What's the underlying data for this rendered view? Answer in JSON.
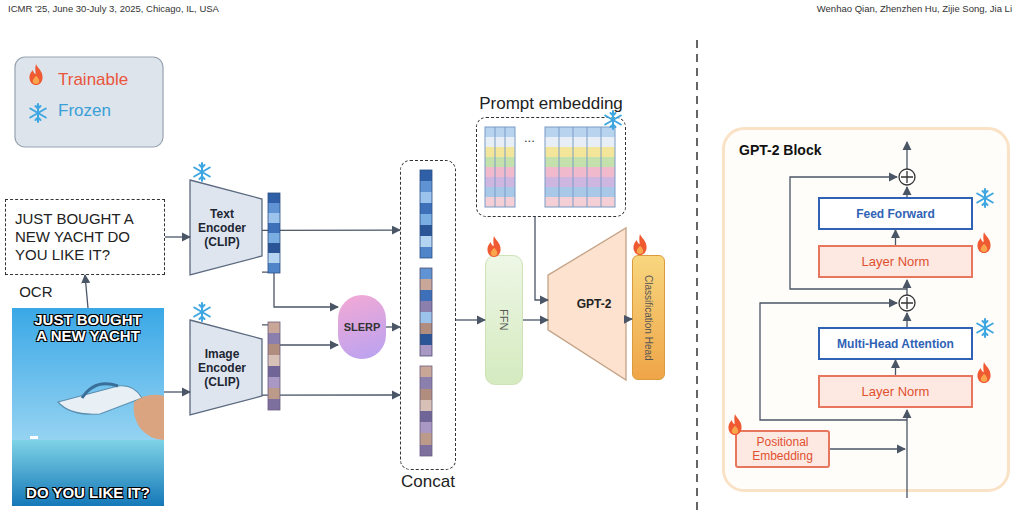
{
  "diagram": {
    "nodes": [
      {
        "text": [
          "JUST BOUGHT A NEW YACHT DO YOU LIKE IT?"
        ]
      },
      {
        "text": [
          "JUST BOUGHT A NEW YACHT",
          "DO YOU LIKE IT?"
        ]
      },
      {
        "text": [
          "Text Encoder (CLIP)"
        ]
      },
      {
        "text": [
          "Image Encoder (CLIP)"
        ]
      },
      {
        "text": [
          "SLERP"
        ]
      },
      {
        "text": [
          "Concat"
        ]
      },
      {
        "text": [
          "Prompt embedding"
        ]
      },
      {
        "text": [
          "FFN"
        ]
      },
      {
        "text": [
          "GPT-2"
        ]
      },
      {
        "text": [
          "Classification Head"
        ]
      },
      {
        "text": [
          "GPT-2 Block"
        ]
      },
      {
        "text": [
          "Feed Forward"
        ],
        "in": 10
      },
      {
        "text": [
          "Layer Norm"
        ],
        "in": 10
      },
      {
        "text": [
          "Multi-Head Attention"
        ],
        "in": 10
      },
      {
        "text": [
          "Layer Norm"
        ],
        "in": 10
      },
      {
        "text": [
          "Positional Embedding"
        ],
        "in": 10
      }
    ],
    "edges": [
      {
        "from": 1,
        "to": 0,
        "arrow": "to",
        "label": "OCR"
      },
      {
        "from": 0,
        "to": 2,
        "arrow": "to"
      },
      {
        "from": 1,
        "to": 3,
        "arrow": "to"
      },
      {
        "from": 2,
        "to": 5,
        "arrow": "to"
      },
      {
        "from": 2,
        "to": 4,
        "arrow": "to"
      },
      {
        "from": 3,
        "to": 4,
        "arrow": "to"
      },
      {
        "from": 4,
        "to": 5,
        "arrow": "to"
      },
      {
        "from": 3,
        "to": 5,
        "arrow": "to"
      },
      {
        "from": 5,
        "to": 7,
        "arrow": "to"
      },
      {
        "from": 7,
        "to": 8,
        "arrow": "to"
      },
      {
        "from": 6,
        "to": 8,
        "arrow": "to"
      },
      {
        "from": 8,
        "to": 9,
        "arrow": "to"
      },
      {
        "from": 14,
        "to": 13,
        "arrow": "to"
      },
      {
        "from": 12,
        "to": 11,
        "arrow": "to"
      }
    ],
    "labels": [
      "ICMR '25, June 30-July 3, 2025, Chicago, IL, USA",
      "Wenhao Qian, Zhenzhen Hu, Zijie Song, Jia Li",
      "..."
    ],
    "legend": [
      {
        "text": "Trainable"
      },
      {
        "text": "Frozen"
      }
    ]
  }
}
